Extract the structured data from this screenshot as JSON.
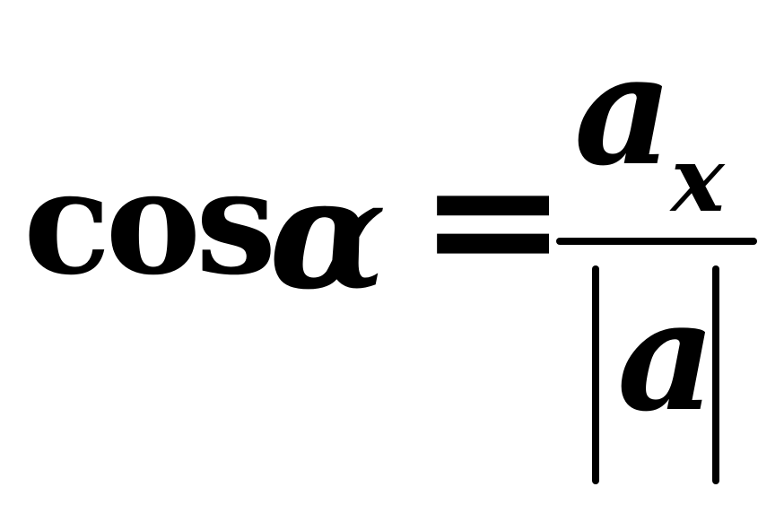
{
  "formula": {
    "function": "cos",
    "argument": "α",
    "operator": "=",
    "numerator": {
      "symbol": "a",
      "subscript": "x"
    },
    "denominator": {
      "symbol": "a"
    }
  }
}
